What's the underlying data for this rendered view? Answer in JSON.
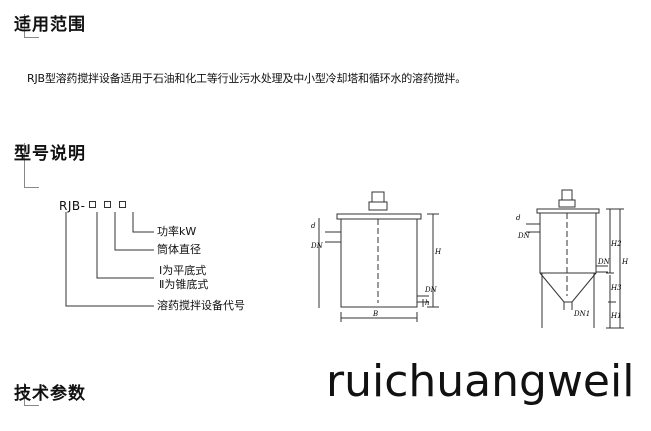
{
  "sections": {
    "scope": {
      "title": "适用范围",
      "text": "RJB型溶药搅拌设备适用于石油和化工等行业污水处理及中小型冷却塔和循环水的溶药搅拌。"
    },
    "model": {
      "title": "型号说明",
      "code_prefix": "RJB",
      "code_dash": "-",
      "labels": {
        "power": "功率kW",
        "diameter": "筒体直径",
        "type_flat": "Ⅰ为平底式",
        "type_cone": "Ⅱ为锥底式",
        "code": "溶药搅拌设备代号"
      }
    },
    "tech": {
      "title": "技术参数"
    }
  },
  "diagram_labels": {
    "flat": {
      "d": "d",
      "dn": "DN",
      "h": "H",
      "dn_low": "DN",
      "h1": "h",
      "b": "B"
    },
    "cone": {
      "d": "d",
      "dn": "DN",
      "h2": "H2",
      "h": "H",
      "dn_side": "DN",
      "h3": "H3",
      "h1": "H1",
      "dn1": "DN1"
    }
  },
  "watermark": "ruichuangweil"
}
